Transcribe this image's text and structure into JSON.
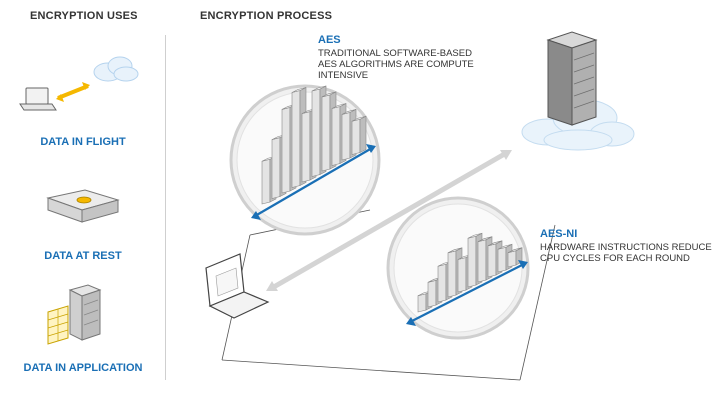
{
  "uses": {
    "heading": "ENCRYPTION USES",
    "items": [
      {
        "label": "DATA IN FLIGHT",
        "icon": "laptop-cloud-icon"
      },
      {
        "label": "DATA AT REST",
        "icon": "hard-drive-icon"
      },
      {
        "label": "DATA IN APPLICATION",
        "icon": "server-app-icon"
      }
    ]
  },
  "process": {
    "heading": "ENCRYPTION PROCESS",
    "aes": {
      "title": "AES",
      "lines": [
        "TRADITIONAL SOFTWARE-BASED",
        "AES ALGORITHMS ARE COMPUTE",
        "INTENSIVE"
      ]
    },
    "aesni": {
      "title": "AES-NI",
      "lines": [
        "HARDWARE INSTRUCTIONS REDUCE",
        "CPU CYCLES FOR EACH ROUND"
      ]
    }
  },
  "colors": {
    "accent": "#1a6fb5",
    "highlight": "#f5b800",
    "bar": "#d9d9d9"
  },
  "aes_bars": [
    0.45,
    0.62,
    0.88,
    1.0,
    0.72,
    0.9,
    0.78,
    0.6,
    0.48,
    0.35
  ],
  "aesni_bars": [
    0.25,
    0.38,
    0.55,
    0.68,
    0.5,
    0.75,
    0.62,
    0.48,
    0.35,
    0.22
  ]
}
